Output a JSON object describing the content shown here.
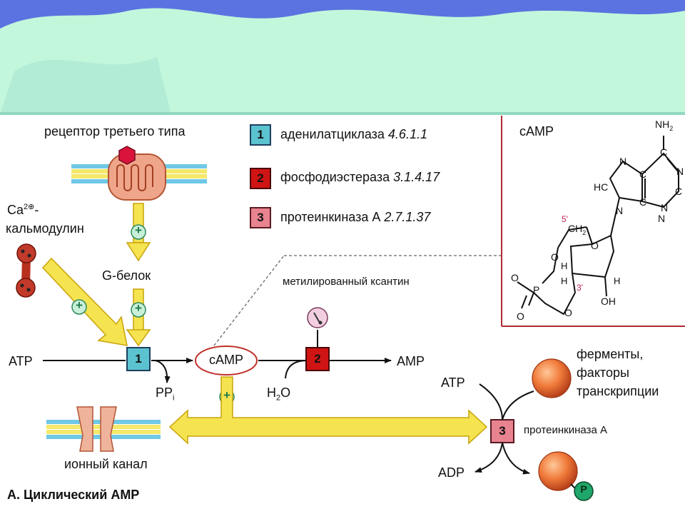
{
  "header": {
    "colors": {
      "sky": "#5b73e0",
      "cloud": "#c2f7dc"
    }
  },
  "legend": [
    {
      "num": "1",
      "name": "аденилатциклаза",
      "ec": "4.6.1.1",
      "color": "#5bc2cf"
    },
    {
      "num": "2",
      "name": "фосфодиэстераза",
      "ec": "3.1.4.17",
      "color": "#d01414"
    },
    {
      "num": "3",
      "name": "протеинкиназа А",
      "ec": "2.7.1.37",
      "color": "#e8838f"
    }
  ],
  "pathway": {
    "receptor": "рецептор третьего типа",
    "calmodulin_ca": "Ca",
    "calmodulin_ca_sup": "2⊕",
    "calmodulin_suffix": "-",
    "calmodulin": "кальмодулин",
    "g_protein": "G-белок",
    "atp_in": "ATP",
    "ppi": "PP",
    "ppi_sub": "i",
    "camp": "cAMP",
    "h2o_h": "H",
    "h2o_sub": "2",
    "h2o_o": "O",
    "amp": "AMP",
    "inhibitor": "метилированный ксантин",
    "ion_channel": "ионный канал",
    "atp_pk": "ATP",
    "adp": "ADP",
    "pk_label": "протеинкиназа А",
    "targets": [
      "ферменты,",
      "факторы",
      "транскрипции"
    ],
    "phospho": "P",
    "plus": "+"
  },
  "structure": {
    "title": "cAMP",
    "atoms": {
      "nh2": "NH",
      "nh2_sub": "2",
      "c1": "C",
      "n1": "N",
      "n2": "N",
      "c2": "C",
      "hc": "HC",
      "n3": "N",
      "c3": "C",
      "n4": "N",
      "c4": "C",
      "n5": "N",
      "p5": "5'",
      "ch2": "CH",
      "ch2_sub": "2",
      "o1": "O",
      "o2": "O",
      "o3": "O",
      "o4": "O",
      "o5": "O",
      "p": "P",
      "h1": "H",
      "h2": "H",
      "h3": "H",
      "p3": "3'",
      "oh": "OH"
    }
  },
  "caption": "А. Циклический AMP"
}
